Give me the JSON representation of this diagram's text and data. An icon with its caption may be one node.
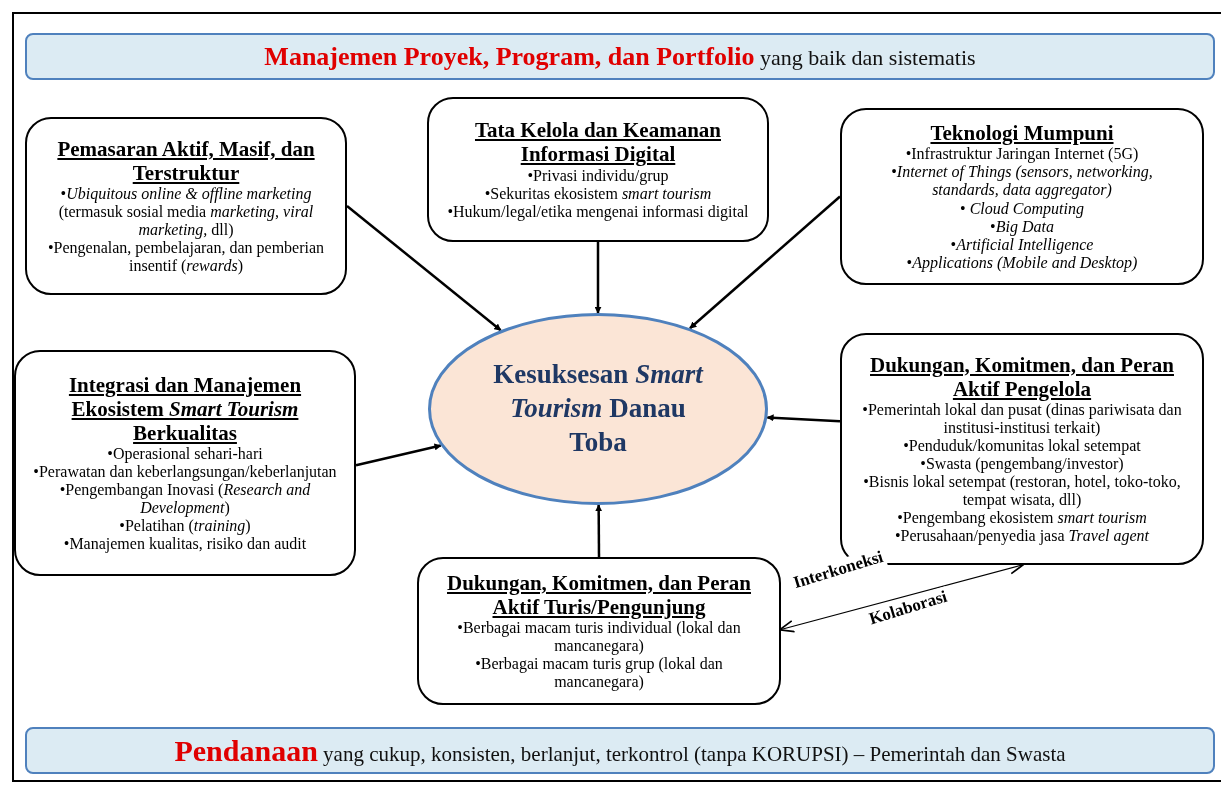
{
  "diagram": {
    "nodes": [
      {
        "text": [
          "**Manajemen Proyek, Program, dan Portfolio** yang baik dan sistematis"
        ]
      },
      {
        "text": [
          "Pemasaran Aktif, Masif, dan Terstruktur",
          "•*Ubiquitous online & offline marketing* (termasuk sosial media *marketing, viral marketing,* dll)",
          "•Pengenalan, pembelajaran, dan pemberian insentif (*rewards*)"
        ]
      },
      {
        "text": [
          "Tata Kelola dan Keamanan Informasi Digital",
          "•Privasi individu/grup",
          "•Sekuritas ekosistem *smart tourism*",
          "•Hukum/legal/etika mengenai informasi digital"
        ]
      },
      {
        "text": [
          "Teknologi Mumpuni",
          "•Infrastruktur Jaringan Internet (5G)",
          "•*Internet of Things (sensors, networking, standards, data aggregator)*",
          "• *Cloud Computing*",
          "•*Big Data*",
          "•*Artificial Intelligence*",
          "•*Applications (Mobile and Desktop)*"
        ]
      },
      {
        "text": [
          "Integrasi dan Manajemen Ekosistem *Smart Tourism* Berkualitas",
          "•Operasional sehari-hari",
          "•Perawatan dan keberlangsungan/keberlanjutan",
          "•Pengembangan Inovasi (*Research and Development*)",
          "•Pelatihan (*training*)",
          "•Manajemen kualitas, risiko dan audit"
        ]
      },
      {
        "text": [
          "Kesuksesan *Smart Tourism* Danau Toba"
        ]
      },
      {
        "text": [
          "Dukungan, Komitmen, dan Peran Aktif Pengelola",
          "•Pemerintah lokal dan pusat (dinas pariwisata dan institusi-institusi terkait)",
          "•Penduduk/komunitas lokal setempat",
          "•Swasta (pengembang/investor)",
          "•Bisnis lokal setempat (restoran, hotel, toko-toko, tempat wisata, dll)",
          "•Pengembang ekosistem *smart tourism*",
          "•Perusahaan/penyedia jasa *Travel agent*"
        ]
      },
      {
        "text": [
          "Dukungan, Komitmen, dan Peran Aktif Turis/Pengunjung",
          "•Berbagai macam turis individual (lokal dan mancanegara)",
          "•Berbagai macam turis grup (lokal dan mancanegara)"
        ]
      },
      {
        "text": [
          "**Pendanaan** yang cukup, konsisten, berlanjut, terkontrol (tanpa KORUPSI) – Pemerintah dan Swasta"
        ]
      }
    ],
    "edges": [
      {
        "from": 1,
        "to": 5,
        "arrow": "to"
      },
      {
        "from": 2,
        "to": 5,
        "arrow": "to"
      },
      {
        "from": 3,
        "to": 5,
        "arrow": "to"
      },
      {
        "from": 4,
        "to": 5,
        "arrow": "to"
      },
      {
        "from": 6,
        "to": 5,
        "arrow": "to"
      },
      {
        "from": 7,
        "to": 5,
        "arrow": "to"
      },
      {
        "from": 7,
        "to": 6,
        "arrow": "both",
        "label": "Interkoneksi"
      }
    ],
    "labels": [
      "Kolaborasi"
    ]
  }
}
